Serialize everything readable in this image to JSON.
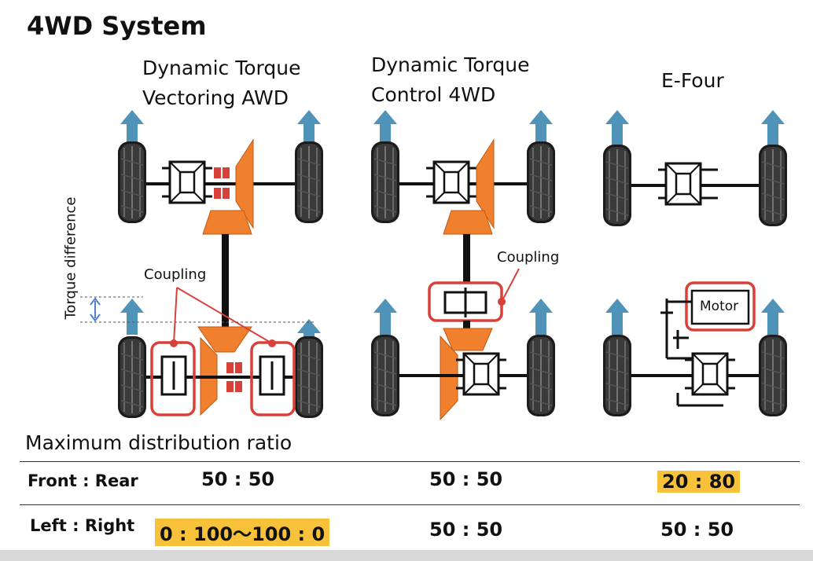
{
  "page": {
    "title": "4WD System"
  },
  "systems": [
    {
      "title_line1": "Dynamic Torque",
      "title_line2": "Vectoring AWD",
      "coupling_label": "Coupling"
    },
    {
      "title_line1": "Dynamic Torque",
      "title_line2": "Control 4WD",
      "coupling_label": "Coupling"
    },
    {
      "title_line1": "E-Four",
      "motor_label": "Motor"
    }
  ],
  "annotation": {
    "torque_difference": "Torque difference"
  },
  "ratios": {
    "title": "Maximum distribution ratio",
    "rows": [
      {
        "label": "Front : Rear",
        "values": [
          "50 : 50",
          "50 : 50",
          "20 : 80"
        ],
        "highlight": [
          false,
          false,
          true
        ]
      },
      {
        "label": "Left : Right",
        "values": [
          "0 : 100～100 : 0",
          "50 : 50",
          "50 : 50"
        ],
        "highlight": [
          true,
          false,
          false
        ]
      }
    ]
  },
  "colors": {
    "accent_red": "#d9403a",
    "gear_orange": "#f07f2e",
    "arrow_blue": "#4f93b9",
    "highlight": "#f8c13a"
  }
}
